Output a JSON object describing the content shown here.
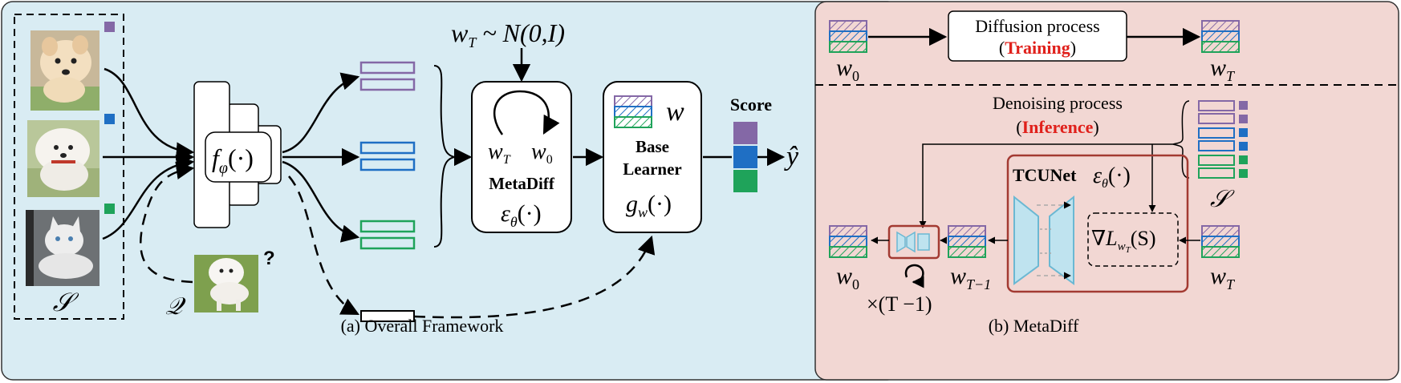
{
  "left_panel": {
    "caption": "(a) Overall Framework",
    "support_set_label": "𝒮",
    "query_label": "𝒬",
    "query_mark": "?",
    "encoder_label": "f",
    "encoder_sub": "φ",
    "encoder_arg": "(·)",
    "noise_label": "w",
    "noise_sub": "T",
    "noise_dist": " ~ N(0,I)",
    "metadiff": {
      "wT": "w",
      "wT_sub": "T",
      "w0": "w",
      "w0_sub": "0",
      "title": "MetaDiff",
      "fn": "ε",
      "fn_sub": "θ",
      "fn_arg": "(·)"
    },
    "learner": {
      "w_label": "w",
      "title_line1": "Base",
      "title_line2": "Learner",
      "fn": "g",
      "fn_sub": "w",
      "fn_arg": "(·)"
    },
    "score_label": "Score",
    "output_label": "ŷ"
  },
  "right_panel": {
    "caption": "(b) MetaDiff",
    "diffusion_title": "Diffusion process",
    "training_open": "(",
    "training_label": "Training",
    "training_close": ")",
    "denoise_title": "Denoising process",
    "inference_open": "(",
    "inference_label": "Inference",
    "inference_close": ")",
    "w0_top": "w",
    "w0_top_sub": "0",
    "wT_top": "w",
    "wT_top_sub": "T",
    "tcunet_title": "TCUNet",
    "tcunet_fn": "ε",
    "tcunet_fn_sub": "θ",
    "tcunet_fn_arg": "(·)",
    "grad_label": "∇L",
    "grad_sub": "w",
    "grad_subsub": "T",
    "grad_arg": "(S)",
    "support_label": "𝒮",
    "w0_bottom": "w",
    "w0_bottom_sub": "0",
    "wT1": "w",
    "wT1_sub": "T−1",
    "wT_bottom": "w",
    "wT_bottom_sub": "T",
    "repeat_label": "×(T −1)"
  },
  "colors": {
    "left_bg": "#d9ecf3",
    "right_bg": "#f2d7d3",
    "purple": "#8468a6",
    "blue": "#1f6fc4",
    "green": "#1fa35a",
    "red_text": "#e0201b",
    "dark_red": "#a33a32",
    "unet_fill": "#bfe3ef",
    "unet_stroke": "#6bb8d3"
  },
  "icons": [
    "dog-pomeranian-photo",
    "dog-bichon-photo",
    "cat-photo",
    "dog-query-photo"
  ]
}
